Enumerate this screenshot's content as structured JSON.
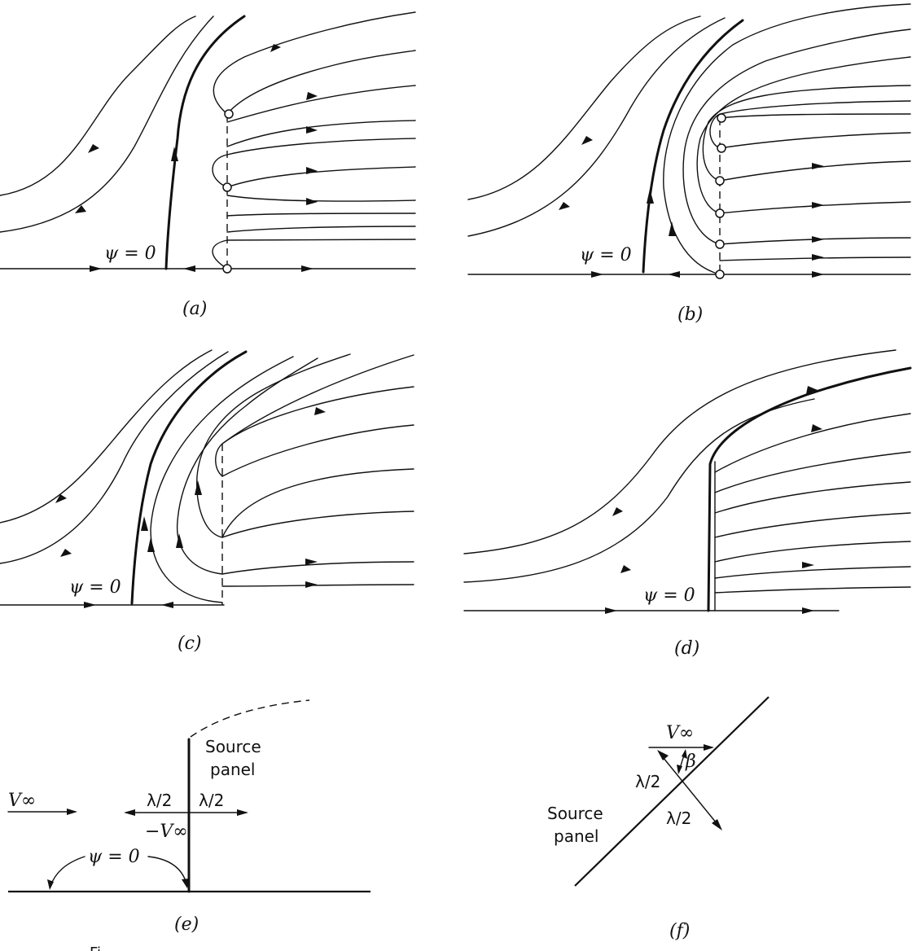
{
  "panels": {
    "a": {
      "label": "(a)",
      "psi_label": "ψ = 0"
    },
    "b": {
      "label": "(b)",
      "psi_label": "ψ = 0"
    },
    "c": {
      "label": "(c)",
      "psi_label": "ψ = 0"
    },
    "d": {
      "label": "(d)",
      "psi_label": "ψ = 0"
    },
    "e": {
      "label": "(e)",
      "source_line1": "Source",
      "source_line2": "panel",
      "v_inf": "V∞",
      "lambda_left": "λ/2",
      "lambda_right": "λ/2",
      "minus_v": "−V∞",
      "psi_label": "ψ = 0"
    },
    "f": {
      "label": "(f)",
      "v_inf": "V∞",
      "beta": "β",
      "lambda_upper": "λ/2",
      "lambda_lower": "λ/2",
      "source_line1": "Source",
      "source_line2": "panel"
    }
  },
  "caption_fragment": "Fi"
}
